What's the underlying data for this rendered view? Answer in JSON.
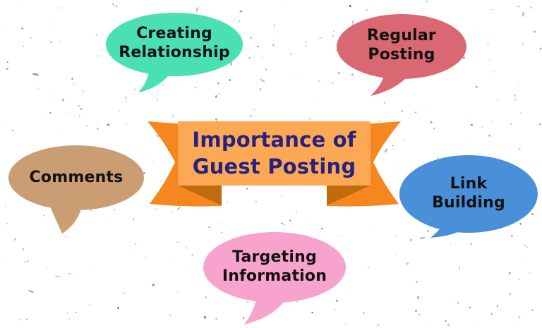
{
  "banner": {
    "title": "Importance of\nGuest Posting",
    "title_color": "#26227f",
    "panel_color": "#fca855",
    "ribbon_color": "#f6871f",
    "fold_color": "#bf6b0e"
  },
  "bubbles": [
    {
      "id": "creating-relationship",
      "label": "Creating\nRelationship",
      "color": "#4bdfb4",
      "text_color": "#121212"
    },
    {
      "id": "regular-posting",
      "label": "Regular\nPosting",
      "color": "#d96873",
      "text_color": "#121212"
    },
    {
      "id": "comments",
      "label": "Comments",
      "color": "#cb9d73",
      "text_color": "#121212"
    },
    {
      "id": "link-building",
      "label": "Link\nBuilding",
      "color": "#4a90d8",
      "text_color": "#121212"
    },
    {
      "id": "targeting-information",
      "label": "Targeting\nInformation",
      "color": "#f8a2ce",
      "text_color": "#121212"
    }
  ],
  "background": {
    "color": "#ffffff",
    "speckle_color": "#8c8c8c"
  }
}
